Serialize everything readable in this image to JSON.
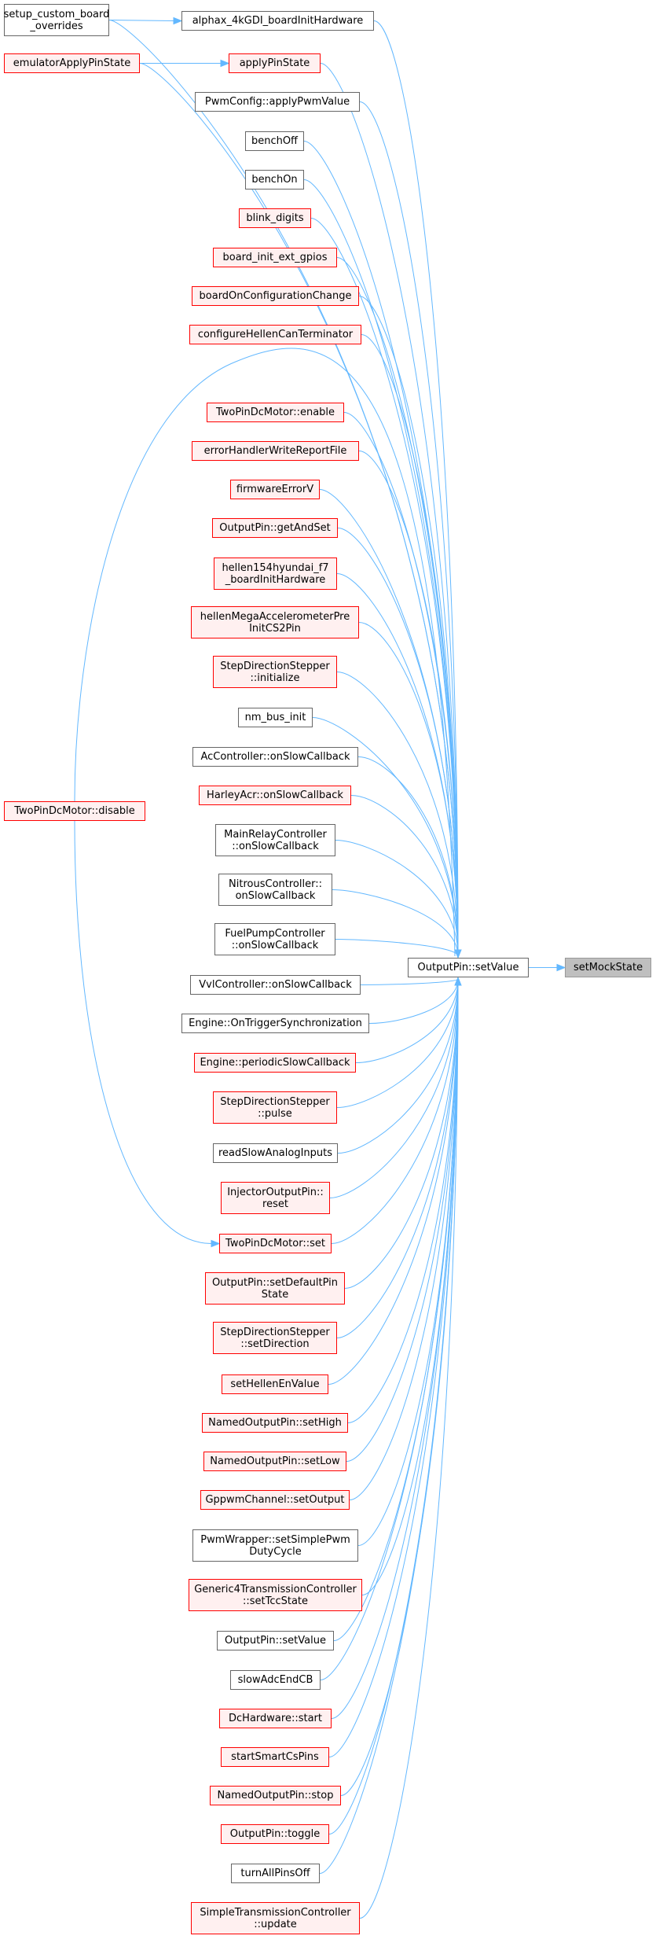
{
  "graph": {
    "target": {
      "id": "setMockState",
      "lines": [
        "setMockState"
      ]
    },
    "hub": {
      "id": "OutputPin::setValue",
      "lines": [
        "OutputPin::setValue"
      ]
    },
    "nodes": [
      {
        "id": "setup_custom_board_overrides",
        "lines": [
          "setup_custom_board",
          "_overrides"
        ],
        "red": false
      },
      {
        "id": "alphax_4kGDI_boardInitHardware",
        "lines": [
          "alphax_4kGDI_boardInitHardware"
        ],
        "red": false
      },
      {
        "id": "emulatorApplyPinState",
        "lines": [
          "emulatorApplyPinState"
        ],
        "red": true
      },
      {
        "id": "applyPinState",
        "lines": [
          "applyPinState"
        ],
        "red": true
      },
      {
        "id": "PwmConfig::applyPwmValue",
        "lines": [
          "PwmConfig::applyPwmValue"
        ],
        "red": false
      },
      {
        "id": "benchOff",
        "lines": [
          "benchOff"
        ],
        "red": false
      },
      {
        "id": "benchOn",
        "lines": [
          "benchOn"
        ],
        "red": false
      },
      {
        "id": "blink_digits",
        "lines": [
          "blink_digits"
        ],
        "red": true
      },
      {
        "id": "board_init_ext_gpios",
        "lines": [
          "board_init_ext_gpios"
        ],
        "red": true
      },
      {
        "id": "boardOnConfigurationChange",
        "lines": [
          "boardOnConfigurationChange"
        ],
        "red": true
      },
      {
        "id": "configureHellenCanTerminator",
        "lines": [
          "configureHellenCanTerminator"
        ],
        "red": true
      },
      {
        "id": "TwoPinDcMotor::enable",
        "lines": [
          "TwoPinDcMotor::enable"
        ],
        "red": true
      },
      {
        "id": "errorHandlerWriteReportFile",
        "lines": [
          "errorHandlerWriteReportFile"
        ],
        "red": true
      },
      {
        "id": "firmwareErrorV",
        "lines": [
          "firmwareErrorV"
        ],
        "red": true
      },
      {
        "id": "OutputPin::getAndSet",
        "lines": [
          "OutputPin::getAndSet"
        ],
        "red": true
      },
      {
        "id": "hellen154hyundai_f7_boardInitHardware",
        "lines": [
          "hellen154hyundai_f7",
          "_boardInitHardware"
        ],
        "red": true
      },
      {
        "id": "hellenMegaAccelerometerPreInitCS2Pin",
        "lines": [
          "hellenMegaAccelerometerPre",
          "InitCS2Pin"
        ],
        "red": true
      },
      {
        "id": "StepDirectionStepper::initialize",
        "lines": [
          "StepDirectionStepper",
          "::initialize"
        ],
        "red": true
      },
      {
        "id": "nm_bus_init",
        "lines": [
          "nm_bus_init"
        ],
        "red": false
      },
      {
        "id": "AcController::onSlowCallback",
        "lines": [
          "AcController::onSlowCallback"
        ],
        "red": false
      },
      {
        "id": "HarleyAcr::onSlowCallback",
        "lines": [
          "HarleyAcr::onSlowCallback"
        ],
        "red": true
      },
      {
        "id": "MainRelayController::onSlowCallback",
        "lines": [
          "MainRelayController",
          "::onSlowCallback"
        ],
        "red": false
      },
      {
        "id": "NitrousController::onSlowCallback",
        "lines": [
          "NitrousController::",
          "onSlowCallback"
        ],
        "red": false
      },
      {
        "id": "FuelPumpController::onSlowCallback",
        "lines": [
          "FuelPumpController",
          "::onSlowCallback"
        ],
        "red": false
      },
      {
        "id": "VvlController::onSlowCallback",
        "lines": [
          "VvlController::onSlowCallback"
        ],
        "red": false
      },
      {
        "id": "Engine::OnTriggerSynchronization",
        "lines": [
          "Engine::OnTriggerSynchronization"
        ],
        "red": false
      },
      {
        "id": "Engine::periodicSlowCallback",
        "lines": [
          "Engine::periodicSlowCallback"
        ],
        "red": true
      },
      {
        "id": "StepDirectionStepper::pulse",
        "lines": [
          "StepDirectionStepper",
          "::pulse"
        ],
        "red": true
      },
      {
        "id": "readSlowAnalogInputs",
        "lines": [
          "readSlowAnalogInputs"
        ],
        "red": false
      },
      {
        "id": "InjectorOutputPin::reset",
        "lines": [
          "InjectorOutputPin::",
          "reset"
        ],
        "red": true
      },
      {
        "id": "TwoPinDcMotor::disable",
        "lines": [
          "TwoPinDcMotor::disable"
        ],
        "red": true
      },
      {
        "id": "TwoPinDcMotor::set",
        "lines": [
          "TwoPinDcMotor::set"
        ],
        "red": true
      },
      {
        "id": "OutputPin::setDefaultPinState",
        "lines": [
          "OutputPin::setDefaultPin",
          "State"
        ],
        "red": true
      },
      {
        "id": "StepDirectionStepper::setDirection",
        "lines": [
          "StepDirectionStepper",
          "::setDirection"
        ],
        "red": true
      },
      {
        "id": "setHellenEnValue",
        "lines": [
          "setHellenEnValue"
        ],
        "red": true
      },
      {
        "id": "NamedOutputPin::setHigh",
        "lines": [
          "NamedOutputPin::setHigh"
        ],
        "red": true
      },
      {
        "id": "NamedOutputPin::setLow",
        "lines": [
          "NamedOutputPin::setLow"
        ],
        "red": true
      },
      {
        "id": "GppwmChannel::setOutput",
        "lines": [
          "GppwmChannel::setOutput"
        ],
        "red": true
      },
      {
        "id": "PwmWrapper::setSimplePwmDutyCycle",
        "lines": [
          "PwmWrapper::setSimplePwm",
          "DutyCycle"
        ],
        "red": false
      },
      {
        "id": "Generic4TransmissionController::setTccState",
        "lines": [
          "Generic4TransmissionController",
          "::setTccState"
        ],
        "red": true
      },
      {
        "id": "OutputPin::setValue_2",
        "lines": [
          "OutputPin::setValue"
        ],
        "red": false
      },
      {
        "id": "slowAdcEndCB",
        "lines": [
          "slowAdcEndCB"
        ],
        "red": false
      },
      {
        "id": "DcHardware::start",
        "lines": [
          "DcHardware::start"
        ],
        "red": true
      },
      {
        "id": "startSmartCsPins",
        "lines": [
          "startSmartCsPins"
        ],
        "red": true
      },
      {
        "id": "NamedOutputPin::stop",
        "lines": [
          "NamedOutputPin::stop"
        ],
        "red": true
      },
      {
        "id": "OutputPin::toggle",
        "lines": [
          "OutputPin::toggle"
        ],
        "red": true
      },
      {
        "id": "turnAllPinsOff",
        "lines": [
          "turnAllPinsOff"
        ],
        "red": false
      },
      {
        "id": "SimpleTransmissionController::update",
        "lines": [
          "SimpleTransmissionController",
          "::update"
        ],
        "red": true
      }
    ],
    "edges": [
      [
        "setup_custom_board_overrides",
        "alphax_4kGDI_boardInitHardware"
      ],
      [
        "emulatorApplyPinState",
        "applyPinState"
      ],
      [
        "TwoPinDcMotor::disable",
        "TwoPinDcMotor::set"
      ],
      [
        "OutputPin::setValue",
        "setMockState"
      ]
    ],
    "style": {
      "edge_color": "#63b8ff",
      "red_border": "#ff0000",
      "red_fill": "#fff0f0",
      "normal_border": "#666666",
      "target_fill": "#bfbfbf"
    }
  }
}
